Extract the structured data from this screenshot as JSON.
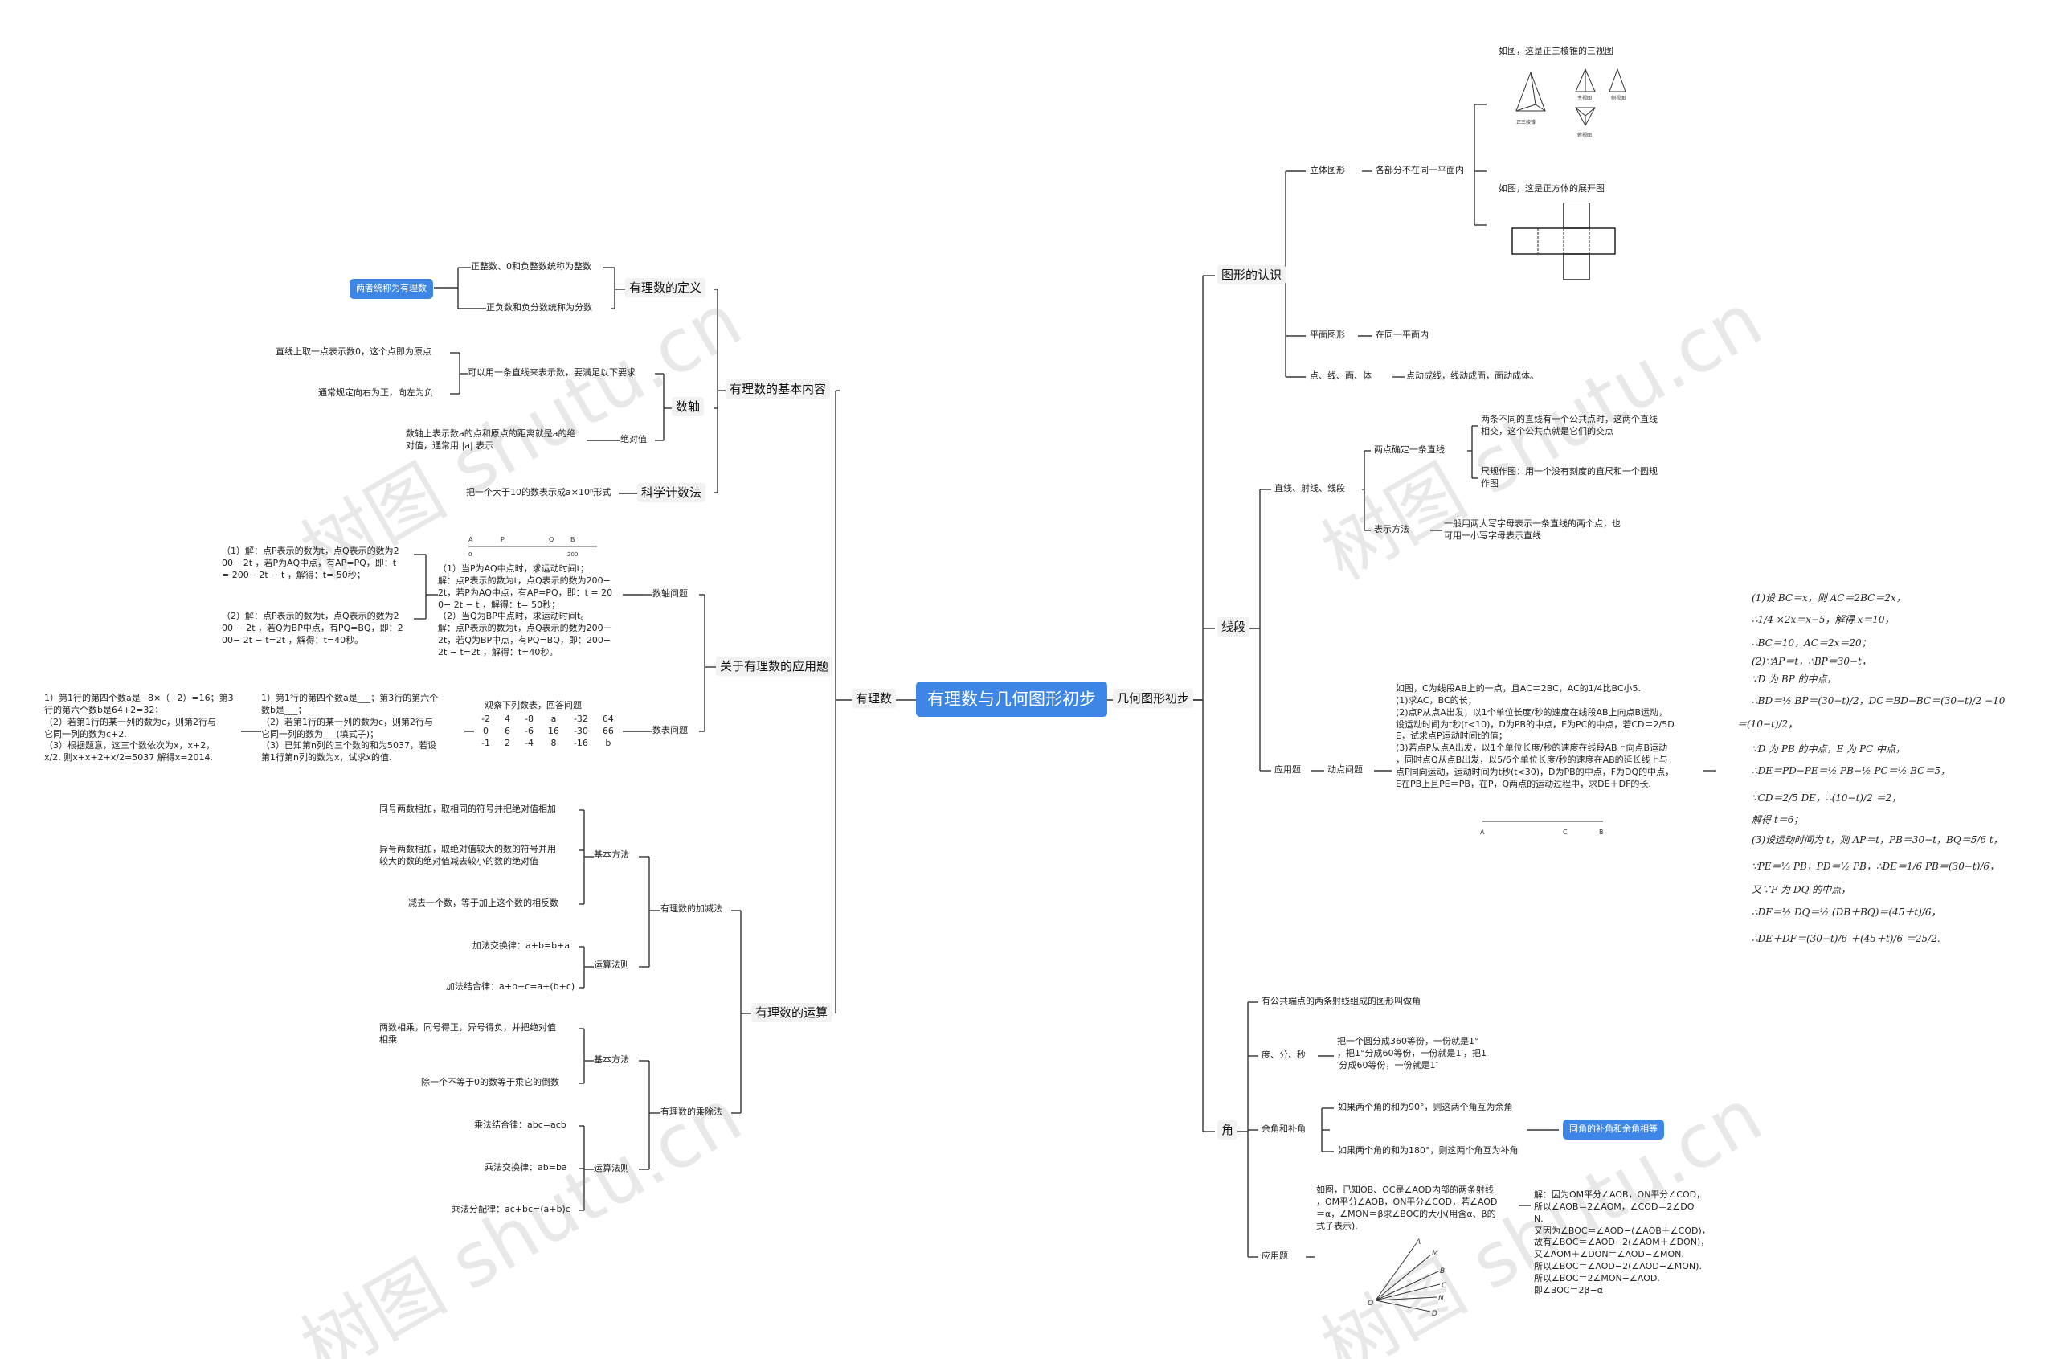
{
  "root": "有理数与几何图形初步",
  "left": {
    "main": "有理数",
    "basic": {
      "title": "有理数的基本内容",
      "definition": {
        "title": "有理数的定义",
        "items": [
          "正整数、0和负整数统称为整数",
          "正负数和负分数统称为分数"
        ],
        "tag": "两者统称为有理数"
      },
      "axis": {
        "title": "数轴",
        "req": "可以用一条直线来表示数，要满足以下要求",
        "req_items": [
          "直线上取一点表示数0，这个点即为原点",
          "通常规定向右为正，向左为负"
        ],
        "abs": "绝对值",
        "abs_text": "数轴上表示数a的点和原点的距离就是a的绝\n对值，通常用 |a| 表示"
      },
      "sci": {
        "title": "科学计数法",
        "text": "把一个大于10的数表示成a×10ⁿ形式"
      }
    },
    "apply": {
      "title": "关于有理数的应用题",
      "axis_q": {
        "title": "数轴问题",
        "figure_labels": [
          "A",
          "P",
          "Q",
          "B",
          "0",
          "200"
        ],
        "sol": "（1）当P为AQ中点时，求运动时间t；\n解：点P表示的数为t，点Q表示的数为200−\n2t，若P为AQ中点，有AP=PQ，即：t = 20\n0− 2t − t ，解得：t= 50秒；\n（2）当Q为BP中点时，求运动时间t。\n解：点P表示的数为t，点Q表示的数为200－\n2t，若Q为BP中点，有PQ=BQ，即：200−\n2t − t=2t ，解得：t=40秒。",
        "ans1": "（1）解：点P表示的数为t，点Q表示的数为2\n00− 2t ，若P为AQ中点，有AP=PQ，即：t\n= 200− 2t − t ，解得：t= 50秒；",
        "ans2": "（2）解：点P表示的数为t，点Q表示的数为2\n00 − 2t ，若Q为BP中点，有PQ=BQ，即：2\n00− 2t − t=2t ，解得：t=40秒。"
      },
      "table_q": {
        "title": "数表问题",
        "caption": "观察下列数表，回答问题",
        "rows": [
          [
            "-2",
            "4",
            "-8",
            "a",
            "-32",
            "64"
          ],
          [
            "0",
            "6",
            "-6",
            "16",
            "-30",
            "66"
          ],
          [
            "-1",
            "2",
            "-4",
            "8",
            "-16",
            "b"
          ]
        ],
        "q": "1）第1行的第四个数a是___；第3行的第六个\n数b是___；\n（2）若第1行的某一列的数为c，则第2行与\n它同一列的数为___(填式子)；\n（3）已知第n列的三个数的和为5037，若设\n第1行第n列的数为x，试求x的值.",
        "a": "1）第1行的第四个数a是−8×（−2）=16；第3\n行的第六个数b是64+2=32；\n（2）若第1行的某一列的数为c，则第2行与\n它同一列的数为c+2.\n（3）根据题意，这三个数依次为x，x+2，\nx/2. 则x+x+2+x/2=5037 解得x=2014."
      }
    },
    "ops": {
      "title": "有理数的运算",
      "add": {
        "title": "有理数的加减法",
        "basic": "基本方法",
        "basic_items": [
          "同号两数相加，取相同的符号并把绝对值相加",
          "异号两数相加，取绝对值较大的数的符号并用\n较大的数的绝对值减去较小的数的绝对值",
          "减去一个数，等于加上这个数的相反数"
        ],
        "law": "运算法则",
        "law_items": [
          "加法交换律：a+b=b+a",
          "加法结合律：a+b+c=a+(b+c)"
        ]
      },
      "mul": {
        "title": "有理数的乘除法",
        "basic": "基本方法",
        "basic_items": [
          "两数相乘，同号得正，异号得负，并把绝对值\n相乘",
          "除一个不等于0的数等于乘它的倒数"
        ],
        "law": "运算法则",
        "law_items": [
          "乘法结合律：abc=acb",
          "乘法交换律：ab=ba",
          "乘法分配律：ac+bc=(a+b)c"
        ]
      }
    }
  },
  "right": {
    "main": "几何图形初步",
    "shapes": {
      "title": "图形的认识",
      "solid": "立体图形",
      "solid_text": "各部分不在同一平面内",
      "pyramid_caption": "如图，这是正三棱锥的三视图",
      "pyramid_labels": [
        "正三棱锥",
        "主视图",
        "侧视图",
        "俯视图"
      ],
      "cube_caption": "如图，这是正方体的展开图",
      "plane": "平面图形",
      "plane_text": "在同一平面内",
      "pld": "点、线、面、体",
      "pld_text": "点动成线，线动成面，面动成体。"
    },
    "segment": {
      "title": "线段",
      "lines": "直线、射线、线段",
      "two_points": "两点确定一条直线",
      "tp_items": [
        "两条不同的直线有一个公共点时，这两个直线\n相交，这个公共点就是它们的交点",
        "尺规作图：用一个没有刻度的直尺和一个圆规\n作图"
      ],
      "repr": "表示方法",
      "repr_text": "一般用两大写字母表示一条直线的两个点，也\n可用一小写字母表示直线",
      "app": "应用题",
      "move": "动点问题",
      "move_text": "如图，C为线段AB上的一点，且AC＝2BC，AC的1/4比BC小5.\n(1)求AC，BC的长；\n(2)点P从点A出发，以1个单位长度/秒的速度在线段AB上向点B运动，\n设运动时间为t秒(t<10)，D为PB的中点，E为PC的中点，若CD＝2/5D\nE，试求点P运动时间t的值；\n(3)若点P从点A出发，以1个单位长度/秒的速度在线段AB上向点B运动\n，同时点Q从点B出发，以5/6个单位长度/秒的速度在AB的延长线上与\n点P同向运动，运动时间为t秒(t<30)，D为PB的中点，F为DQ的中点，\nE在PB上且PE＝PB，在P，Q两点的运动过程中，求DE＋DF的长.",
      "seg_labels": [
        "A",
        "C",
        "B"
      ],
      "sol": [
        "(1)设 BC＝x，则 AC＝2BC＝2x，",
        "∴1/4 ×2x＝x−5，解得 x＝10，",
        "∴BC＝10，AC＝2x＝20；",
        "(2)∵AP＝t，∴BP＝30−t，",
        "∵D 为 BP 的中点，",
        "∴BD＝½ BP＝(30−t)/2，DC＝BD−BC＝(30−t)/2 −10",
        "＝(10−t)/2，",
        "∵D 为 PB 的中点，E 为 PC 中点，",
        "∴DE＝PD−PE＝½ PB−½ PC＝½ BC＝5，",
        "∵CD＝2/5 DE，∴(10−t)/2 ＝2，",
        "解得 t＝6；",
        "(3)设运动时间为 t，则 AP＝t，PB＝30−t，BQ＝5/6 t，",
        "∵PE＝⅓ PB，PD＝½ PB，∴DE＝1/6 PB＝(30−t)/6，",
        "又∵F 为 DQ 的中点，",
        "∴DF＝½ DQ＝½ (DB＋BQ)＝(45＋t)/6，",
        "∴DE＋DF＝(30−t)/6 ＋(45＋t)/6 ＝25/2."
      ]
    },
    "angle": {
      "title": "角",
      "def": "有公共端点的两条射线组成的图形叫做角",
      "dms": "度、分、秒",
      "dms_text": "把一个圆分成360等份，一份就是1°\n，把1°分成60等份，一份就是1′，把1\n′分成60等份，一份就是1″",
      "comp": "余角和补角",
      "comp_items": [
        "如果两个角的和为90°，则这两个角互为余角",
        "如果两个角的和为180°，则这两个角互为补角"
      ],
      "comp_tag": "同角的补角和余角相等",
      "app": "应用题",
      "app_text": "如图，已知OB、OC是∠AOD内部的两条射线\n，OM平分∠AOB，ON平分∠COD，若∠AOD\n＝α，∠MON＝β求∠BOC的大小(用含α、β的\n式子表示).",
      "fig_labels": [
        "A",
        "M",
        "B",
        "C",
        "N",
        "D",
        "O"
      ],
      "sol": "解：因为OM平分∠AOB，ON平分∠COD，\n    所以∠AOB＝2∠AOM，∠COD＝2∠DO\nN.\n又因为∠BOC＝∠AOD−(∠AOB＋∠COD)，\n故有∠BOC＝∠AOD−2(∠AOM＋∠DON)，\n    又∠AOM＋∠DON＝∠AOD−∠MON.\n所以∠BOC＝∠AOD−2(∠AOD−∠MON).\n    所以∠BOC＝2∠MON−∠AOD.\n    即∠BOC＝2β−α"
    }
  },
  "watermark": "树图 shutu.cn",
  "colors": {
    "accent": "#3d86e6",
    "line": "#333333"
  }
}
